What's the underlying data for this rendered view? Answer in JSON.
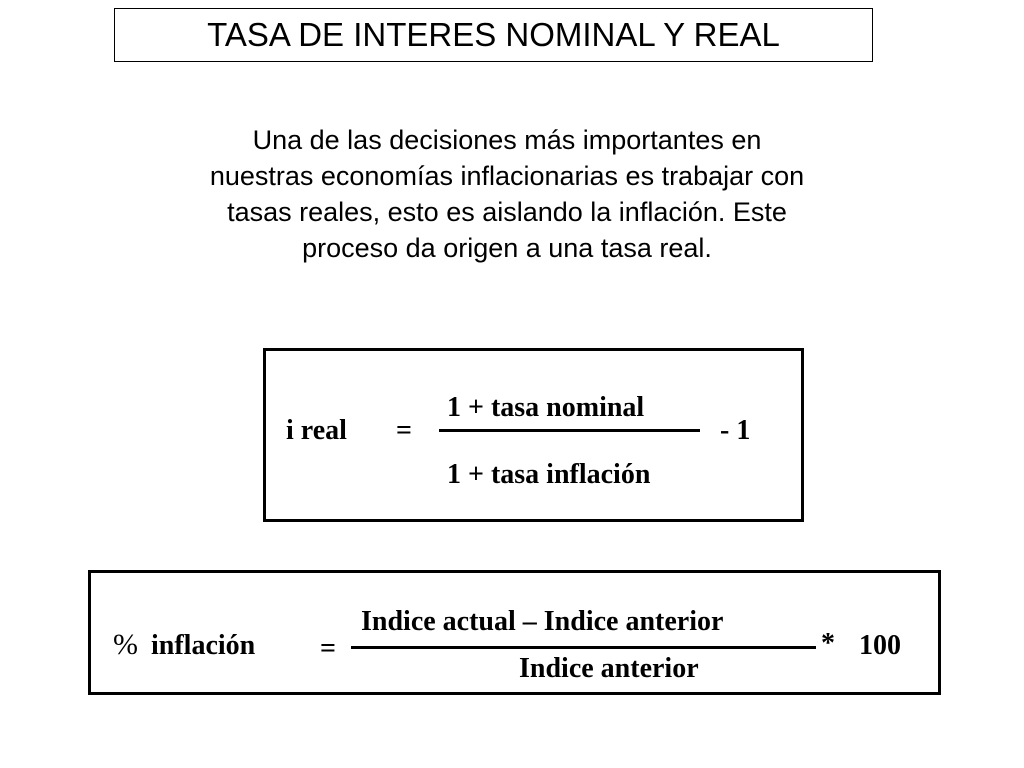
{
  "slide": {
    "title": "TASA DE INTERES NOMINAL Y REAL",
    "intro_lines": [
      "Una de las decisiones más importantes en",
      "nuestras economías inflacionarias es trabajar con",
      "tasas reales, esto es aislando la inflación. Este",
      "proceso da origen a una tasa real."
    ]
  },
  "formula_real": {
    "lhs": "i real",
    "equals": "=",
    "numerator": "1 +  tasa nominal",
    "denominator": "1 +  tasa inflación",
    "suffix": "- 1"
  },
  "formula_inflacion": {
    "lhs_symbol": "%",
    "lhs": "inflación",
    "equals": "=",
    "numerator": "Indice actual – Indice anterior",
    "denominator": "Indice anterior",
    "operator": "*",
    "factor": "100"
  }
}
